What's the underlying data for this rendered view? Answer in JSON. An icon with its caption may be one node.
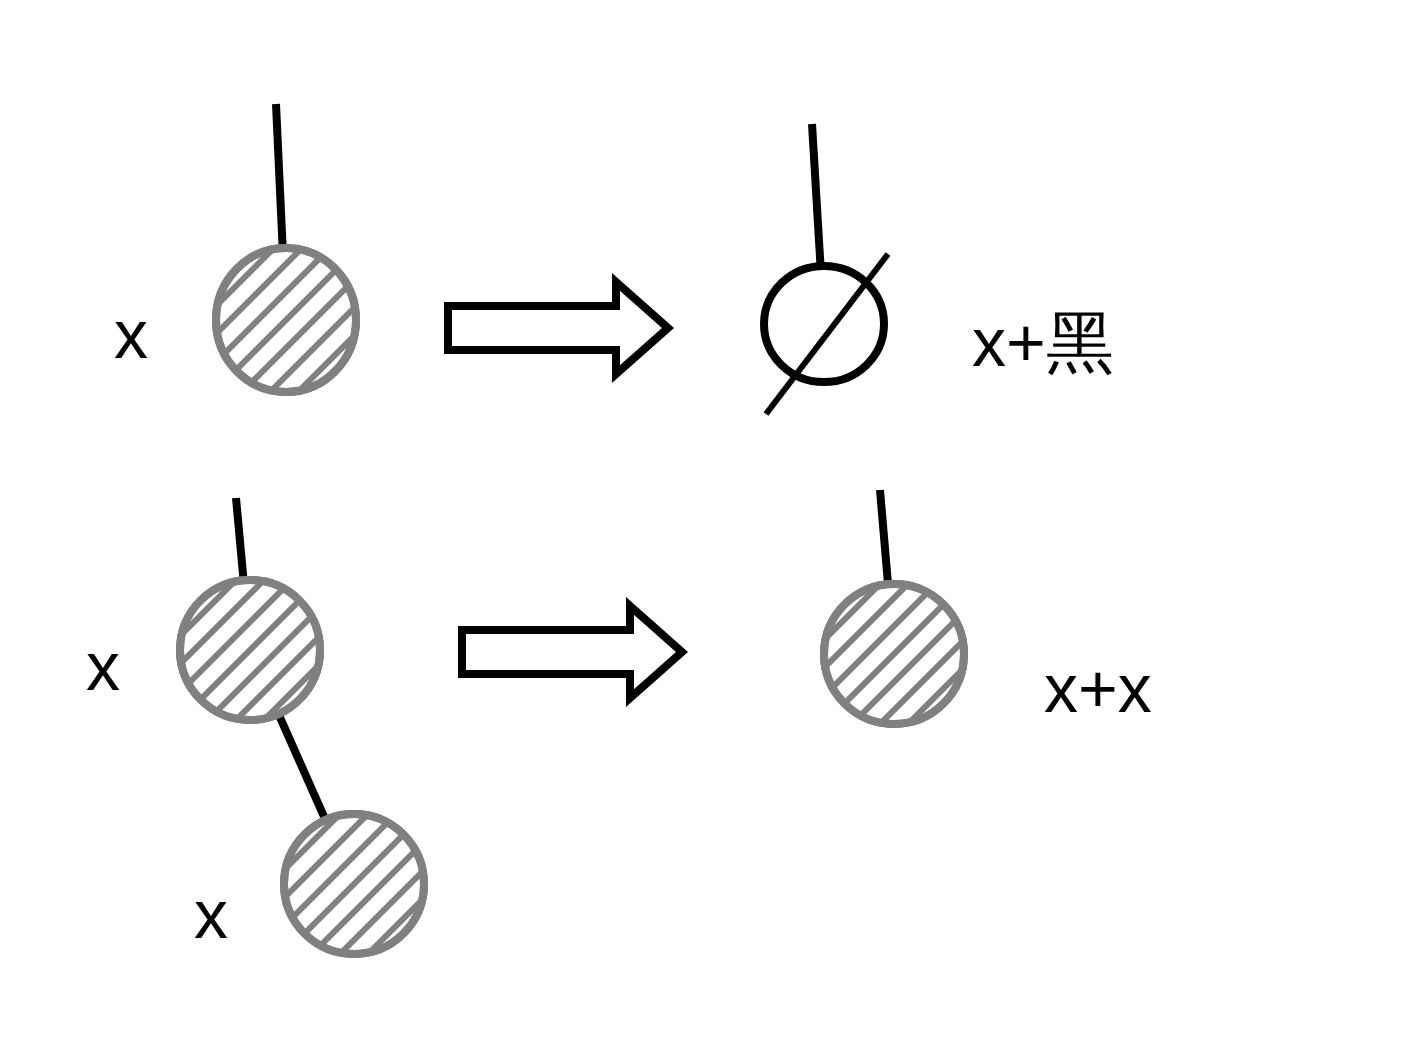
{
  "diagram": {
    "nodes": [
      {
        "text": [
          "x"
        ]
      },
      {
        "text": [],
        "shape": "circle",
        "beside": [
          "x+黑"
        ]
      },
      {
        "text": [
          "x"
        ]
      },
      {
        "text": [
          "x"
        ]
      },
      {
        "text": [],
        "shape": "circle",
        "beside": [
          "x+x"
        ]
      }
    ],
    "edges": [
      {
        "from": null,
        "to": 0,
        "arrow": "none"
      },
      {
        "from": 0,
        "to": 1,
        "arrow": "to"
      },
      {
        "from": null,
        "to": 1,
        "arrow": "none"
      },
      {
        "from": null,
        "to": 2,
        "arrow": "none"
      },
      {
        "from": 2,
        "to": 3,
        "arrow": "none"
      },
      {
        "from": 2,
        "to": 4,
        "arrow": "to"
      },
      {
        "from": null,
        "to": 4,
        "arrow": "none"
      }
    ]
  }
}
